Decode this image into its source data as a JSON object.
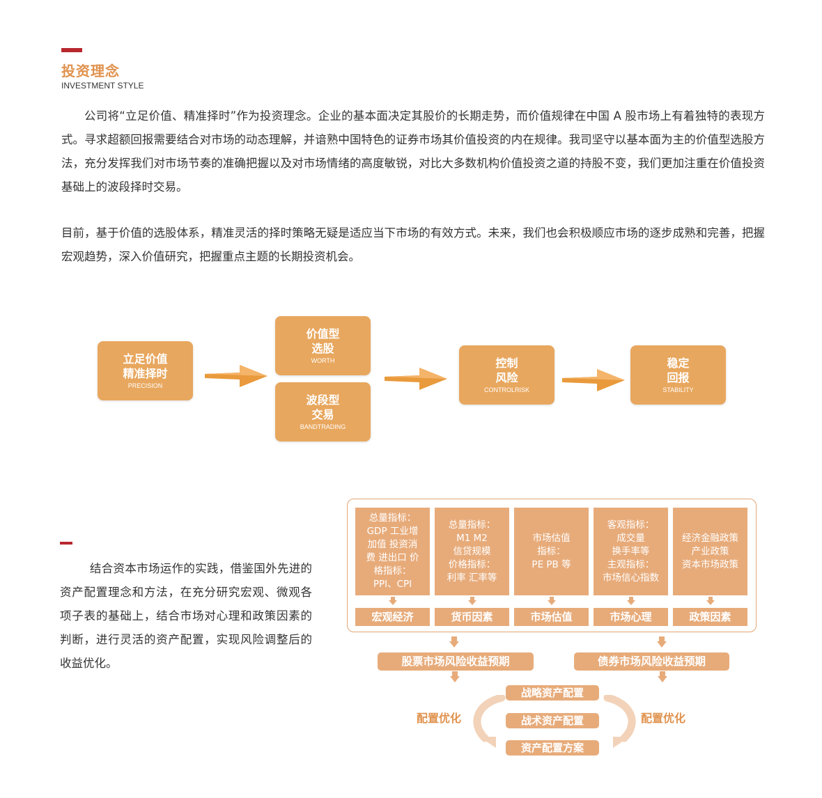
{
  "header": {
    "title": "投资理念",
    "subtitle": "INVESTMENT STYLE"
  },
  "intro": {
    "p1": "公司将“立足价值、精准择时”作为投资理念。企业的基本面决定其股价的长期走势，而价值规律在中国 A 股市场上有着独特的表现方式。寻求超额回报需要结合对市场的动态理解，并谙熟中国特色的证券市场其价值投资的内在规律。我司坚守以基本面为主的价值型选股方法，充分发挥我们对市场节奏的准确把握以及对市场情绪的高度敏锐，对比大多数机构价值投资之道的持股不变，我们更加注重在价值投资基础上的波段择时交易。",
    "p2": "目前，基于价值的选股体系，精准灵活的择时策略无疑是适应当下市场的有效方式。未来，我们也会积极顺应市场的逐步成熟和完善，把握宏观趋势，深入价值研究，把握重点主题的长期投资机会。"
  },
  "flow": {
    "precision": {
      "line1": "立足价值",
      "line2": "精准择时",
      "en": "PRECISION"
    },
    "worth": {
      "line1": "价值型",
      "line2": "选股",
      "en": "WORTH"
    },
    "band": {
      "line1": "波段型",
      "line2": "交易",
      "en": "BANDTRADING"
    },
    "control": {
      "line1": "控制",
      "line2": "风险",
      "en": "CONTROLRISK"
    },
    "stability": {
      "line1": "稳定",
      "line2": "回报",
      "en": "STABILITY"
    }
  },
  "allocation": {
    "text": "结合资本市场运作的实践，借鉴国外先进的资产配置理念和方法，在充分研究宏观、微观各项子表的基础上，结合市场对心理和政策因素的判断，进行灵活的资产配置，实现风险调整后的收益优化。",
    "factors": [
      {
        "lines": [
          "总量指标：",
          "GDP 工业增",
          "加值 投资消",
          "费 进出口 价",
          "格指标：",
          "PPI、CPI"
        ],
        "label": "宏观经济"
      },
      {
        "lines": [
          "总量指标：",
          "M1 M2",
          "信贷规模",
          "价格指标：",
          "利率 汇率等"
        ],
        "label": "货币因素"
      },
      {
        "lines": [
          "市场估值",
          "指标：",
          "PE PB 等"
        ],
        "label": "市场估值"
      },
      {
        "lines": [
          "客观指标：",
          "成交量",
          "换手率等",
          "主观指标：",
          "市场信心指数"
        ],
        "label": "市场心理"
      },
      {
        "lines": [
          "经济金融政策",
          "产业政策",
          "资本市场政策"
        ],
        "label": "政策因素"
      }
    ],
    "stock_expect": "股票市场风险收益预期",
    "bond_expect": "债券市场风险收益预期",
    "strategic": "战略资产配置",
    "tactical": "战术资产配置",
    "plan": "资产配置方案",
    "optimize_left": "配置优化",
    "optimize_right": "配置优化"
  },
  "colors": {
    "accent_red": "#b8282f",
    "title_orange": "#e0924e",
    "flow_box": "#e8a75e",
    "factor_box": "#e7ab7a",
    "arrow": "#e99a3c"
  }
}
